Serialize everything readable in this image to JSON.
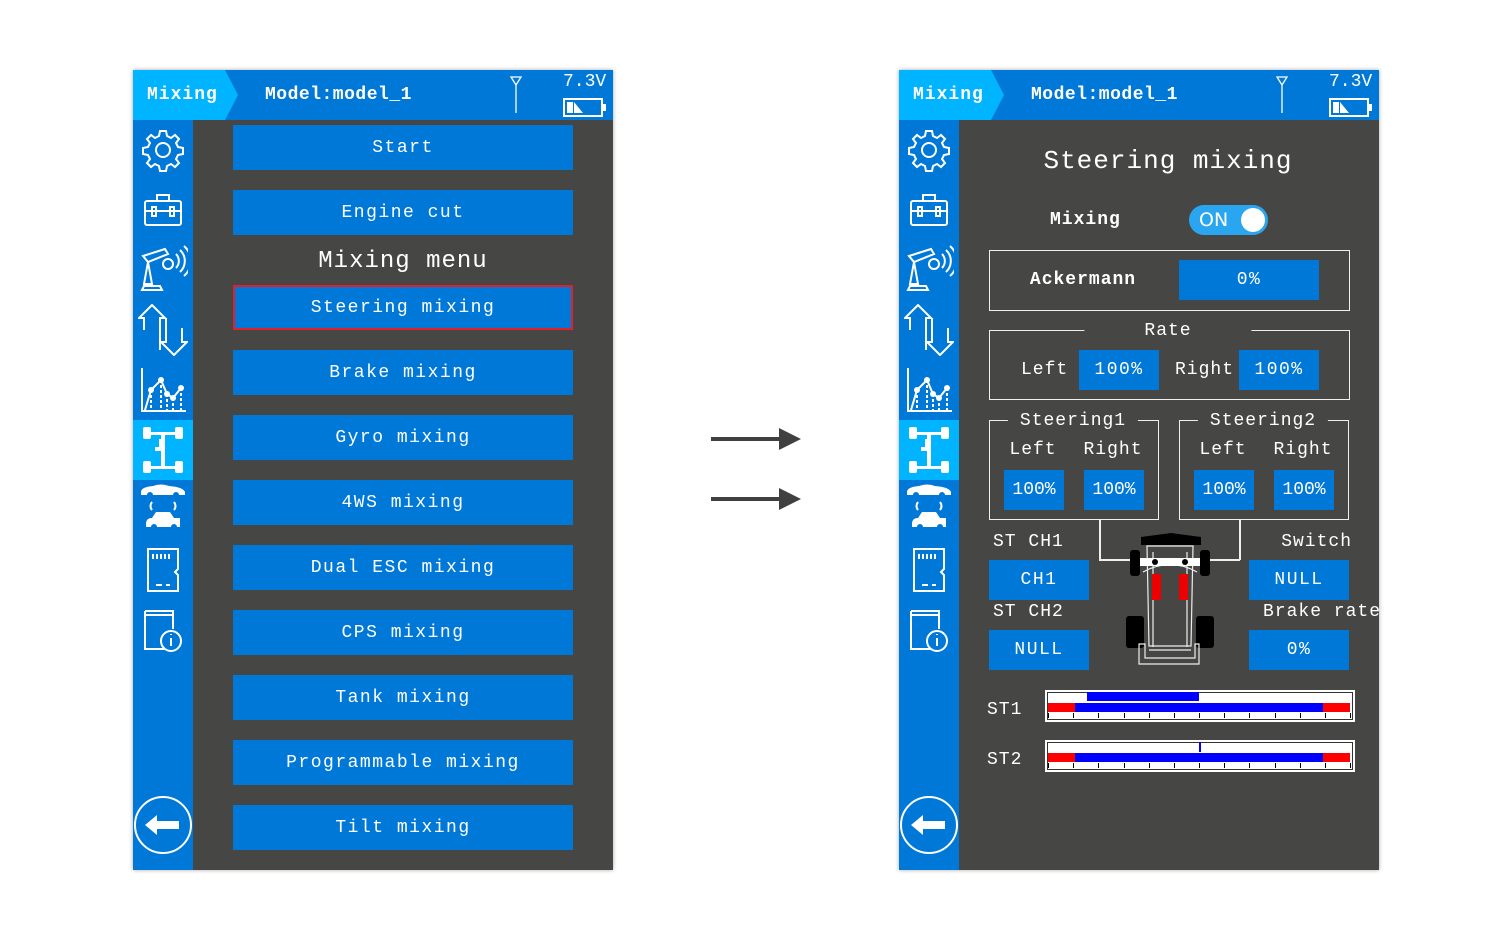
{
  "header": {
    "tab": "Mixing",
    "model": "Model:model_1",
    "voltage": "7.3V",
    "battery_level": 0.5,
    "signal_icon": "antenna-icon"
  },
  "sidebar": {
    "icons": [
      "gear-icon",
      "toolbox-icon",
      "transmitter-icon",
      "reverse-arrows-icon",
      "curve-chart-icon",
      "chassis-mixing-icon",
      "car-switch-icon",
      "sd-card-icon",
      "info-book-icon"
    ],
    "active": "chassis-mixing-icon",
    "back": "back-arrow-icon"
  },
  "menu": {
    "title": "Mixing menu",
    "items": [
      "Start",
      "Engine cut",
      "Steering mixing",
      "Brake mixing",
      "Gyro mixing",
      "4WS mixing",
      "Dual ESC mixing",
      "CPS mixing",
      "Tank mixing",
      "Programmable mixing",
      "Tilt mixing"
    ],
    "selected": "Steering mixing"
  },
  "steering": {
    "title": "Steering mixing",
    "mixing_label": "Mixing",
    "mixing_state": "ON",
    "ackermann_label": "Ackermann",
    "ackermann_value": "0%",
    "rate": {
      "title": "Rate",
      "left_label": "Left",
      "left": "100%",
      "right_label": "Right",
      "right": "100%"
    },
    "steering1": {
      "title": "Steering1",
      "left_label": "Left",
      "left": "100%",
      "right_label": "Right",
      "right": "100%"
    },
    "steering2": {
      "title": "Steering2",
      "left_label": "Left",
      "left": "100%",
      "right_label": "Right",
      "right": "100%"
    },
    "st_ch1_label": "ST CH1",
    "st_ch1": "CH1",
    "st_ch2_label": "ST CH2",
    "st_ch2": "NULL",
    "switch_label": "Switch",
    "switch": "NULL",
    "brake_rate_label": "Brake rate",
    "brake_rate": "0%",
    "st1_label": "ST1",
    "st1_indicator": [
      0.13,
      0.5
    ],
    "st2_label": "ST2",
    "st2_indicator": [
      0.5,
      0.5
    ],
    "bar_limits": [
      0.09,
      0.91
    ],
    "colors": {
      "accent": "#0078d7",
      "limit": "#ff0000",
      "bar": "#0000ff"
    }
  }
}
